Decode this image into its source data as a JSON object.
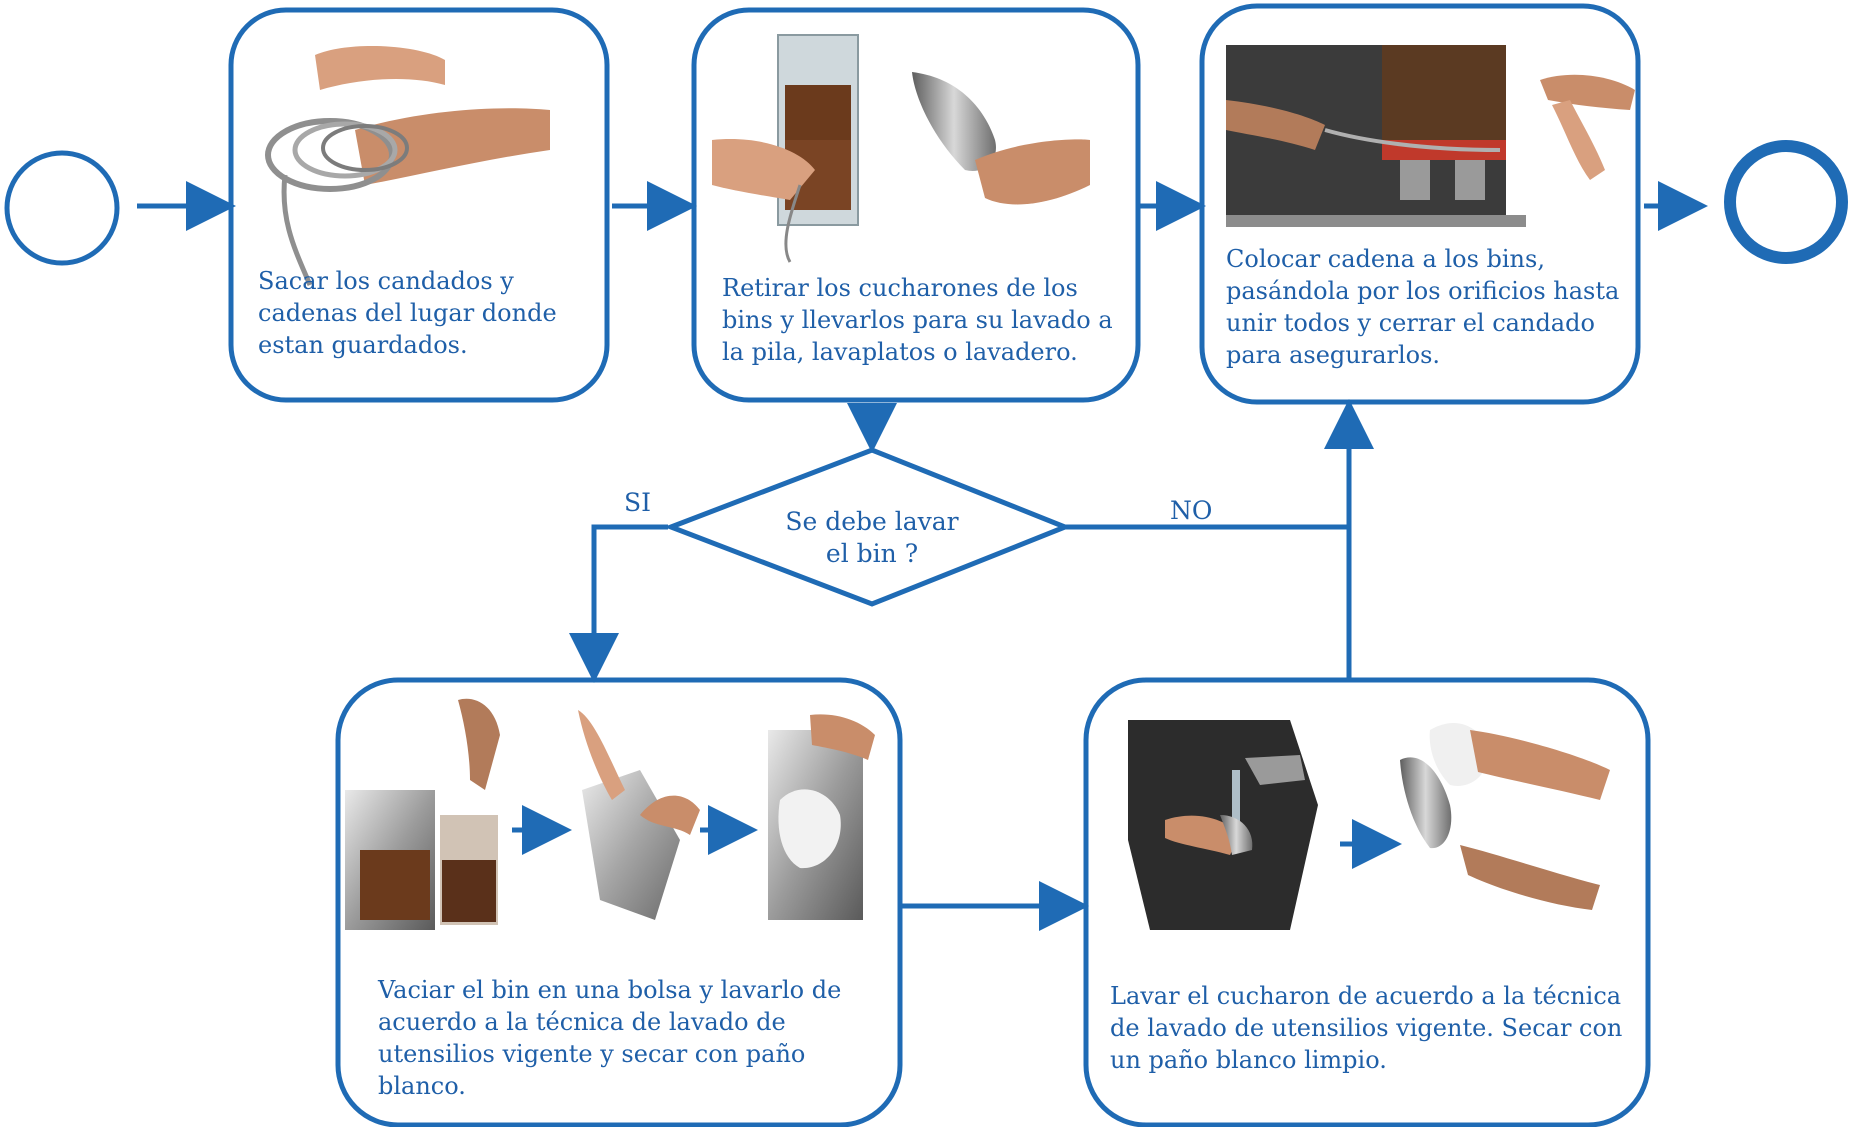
{
  "colors": {
    "stroke": "#1f6bb5",
    "text": "#1f5fa8"
  },
  "start_node": {
    "shape": "circle-thin"
  },
  "end_node": {
    "shape": "circle-thick"
  },
  "steps": [
    {
      "id": "step-1",
      "text": "Sacar los candados y\ncadenas del lugar donde\nestan guardados.",
      "photo": "hands-coiling-chain"
    },
    {
      "id": "step-2",
      "text": "Retirar los cucharones de los\nbins y llevarlos para su lavado a\nla pila, lavaplatos o lavadero.",
      "photo": "bin-and-scoop"
    },
    {
      "id": "step-3",
      "text": "Colocar cadena a los bins,\npasándola por los orificios hasta\nunir todos y cerrar el candado\npara asegurarlos.",
      "photo": "chained-bins"
    },
    {
      "id": "step-4",
      "text": "Vaciar el bin en una bolsa  y lavarlo de\nacuerdo a la técnica de lavado de\nutensilios vigente y secar con paño\nblanco.",
      "photo": "emptying-and-washing-bin"
    },
    {
      "id": "step-5",
      "text": "Lavar el cucharon de acuerdo a la técnica\nde lavado de utensilios vigente.  Secar con\nun paño blanco limpio.",
      "photo": "washing-and-drying-scoop"
    }
  ],
  "decision": {
    "text": "Se debe lavar\nel bin ?",
    "yes_label": "SI",
    "no_label": "NO"
  }
}
